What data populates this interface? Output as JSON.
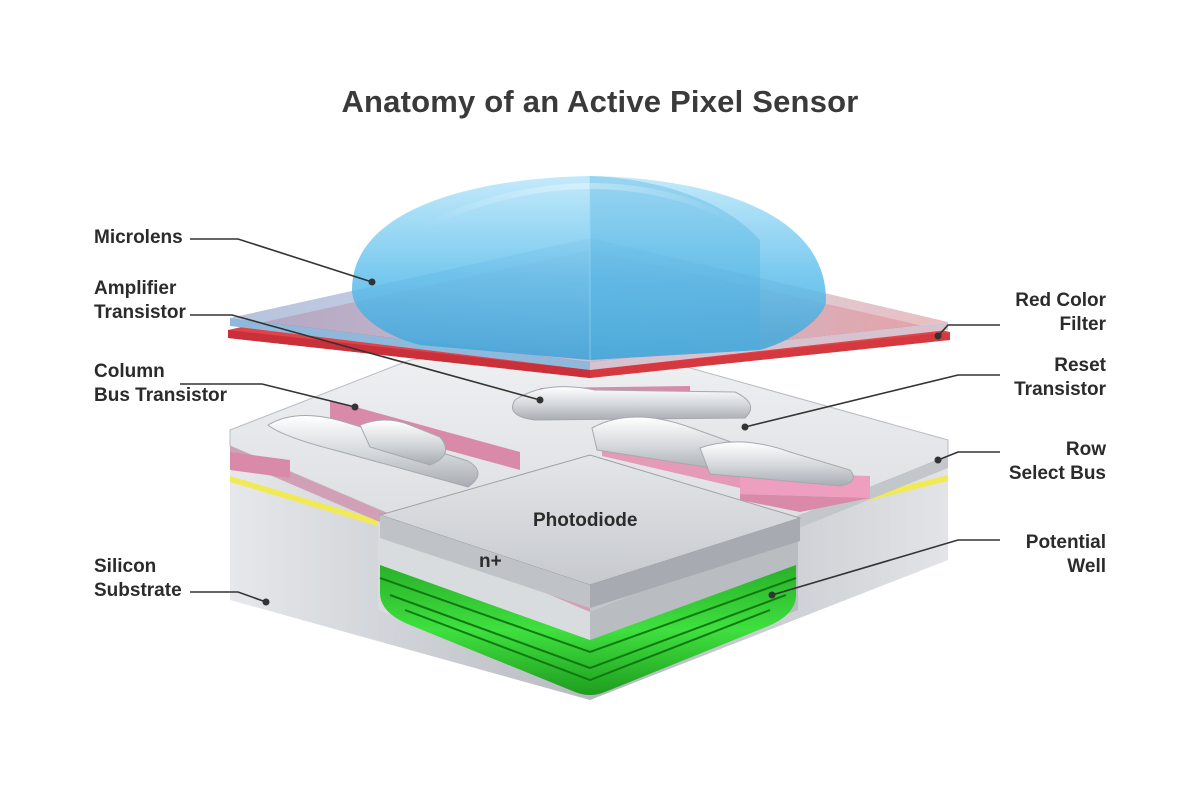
{
  "title": "Anatomy of an Active Pixel Sensor",
  "labels": {
    "microlens": "Microlens",
    "amplifier_1": "Amplifier",
    "amplifier_2": "Transistor",
    "column_1": "Column",
    "column_2": "Bus Transistor",
    "silicon_1": "Silicon",
    "silicon_2": "Substrate",
    "red_1": "Red Color",
    "red_2": "Filter",
    "reset_1": "Reset",
    "reset_2": "Transistor",
    "row_1": "Row",
    "row_2": "Select Bus",
    "potential_1": "Potential",
    "potential_2": "Well",
    "photodiode": "Photodiode",
    "nplus": "n+"
  },
  "colors": {
    "lens": "#6cc6ee",
    "red_filter": "#e0444a",
    "substrate": "#c9ccd0",
    "transistor_pink": "#d98aa8",
    "potential_well": "#2fd52f",
    "row_bus_yellow": "#f2ea55"
  }
}
